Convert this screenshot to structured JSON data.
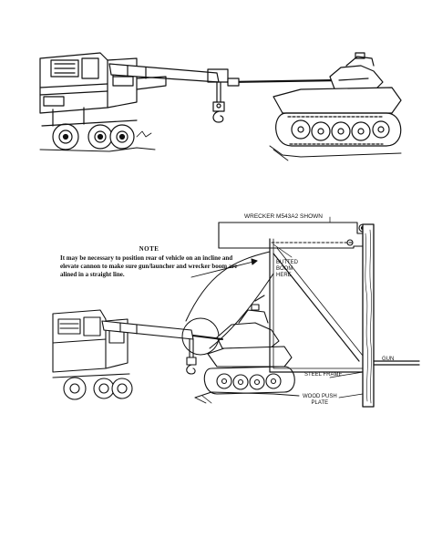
{
  "figure": {
    "note": {
      "heading": "NOTE",
      "text": "It may be necessary to position rear of vehicle on an incline and elevate cannon to make sure gun/launcher and wrecker boom are alined in a straight line."
    },
    "detail_labels": {
      "title": "WRECKER M543A2 SHOWN",
      "butted_line1": "BUTTED",
      "butted_line2": "BOOM",
      "butted_line3": "HERE",
      "gun": "GUN",
      "steel_frame": "STEEL FRAME",
      "push_plate_line1": "WOOD PUSH",
      "push_plate_line2": "PLATE"
    },
    "colors": {
      "ink": "#111111",
      "paper": "#ffffff"
    }
  }
}
